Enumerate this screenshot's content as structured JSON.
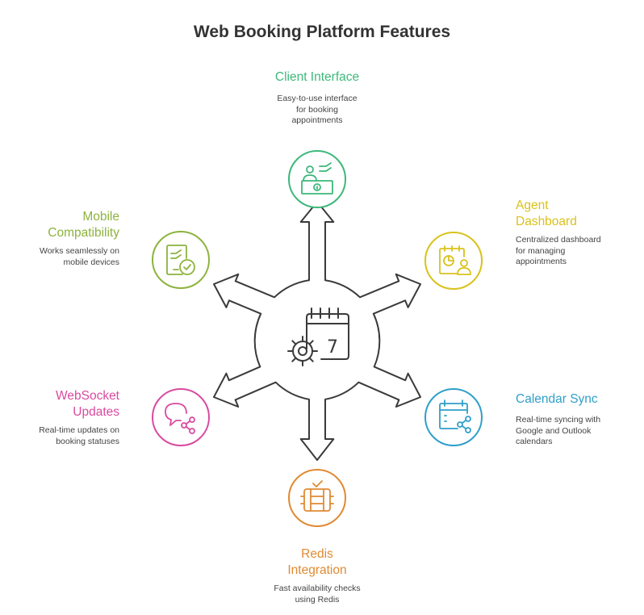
{
  "title": "Web Booking Platform Features",
  "colors": {
    "client": "#3db87a",
    "agent": "#d9c21c",
    "calendar": "#2f9fc9",
    "redis": "#e08a33",
    "websocket": "#d94aa0",
    "mobile": "#8db33d",
    "hub": "#3a3a3a"
  },
  "features": {
    "client": {
      "title": "Client Interface",
      "desc": [
        "Easy-to-use interface",
        "for booking",
        "appointments"
      ],
      "icon": "receptionist-desk-icon"
    },
    "agent": {
      "title": [
        "Agent",
        "Dashboard"
      ],
      "desc": [
        "Centralized dashboard",
        "for managing",
        "appointments"
      ],
      "icon": "dashboard-user-icon"
    },
    "calendar": {
      "title": "Calendar Sync",
      "desc": [
        "Real-time syncing with",
        "Google and Outlook",
        "calendars"
      ],
      "icon": "calendar-share-icon"
    },
    "redis": {
      "title": [
        "Redis",
        "Integration"
      ],
      "desc": [
        "Fast availability checks",
        "using Redis"
      ],
      "icon": "database-icon"
    },
    "websocket": {
      "title": [
        "WebSocket",
        "Updates"
      ],
      "desc": [
        "Real-time updates on",
        "booking statuses"
      ],
      "icon": "chat-share-icon"
    },
    "mobile": {
      "title": [
        "Mobile",
        "Compatibility"
      ],
      "desc": [
        "Works seamlessly on",
        "mobile devices"
      ],
      "icon": "mobile-check-icon"
    }
  },
  "hub": {
    "icon": "calendar-gear-icon",
    "day": "7"
  }
}
